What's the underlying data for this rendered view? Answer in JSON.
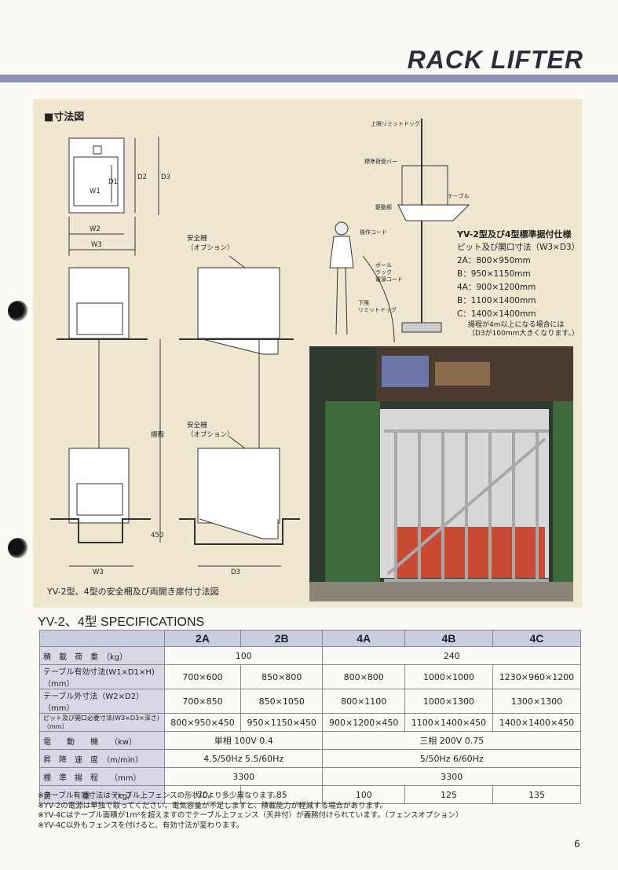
{
  "brand": "RACK LIFTER",
  "section_title": "■寸法図",
  "drawing_labels": {
    "upper_limit_dog": "上限リミットドッグ",
    "load_bar": "標準荷受バー",
    "table": "テーブル",
    "drive": "駆動部",
    "op_cord": "操作コード",
    "pole": "ポール",
    "rack": "ラック",
    "power_cord": "電源コード",
    "lower_limit_dog_1": "下限",
    "lower_limit_dog_2": "リミットドッグ",
    "safety_fence": "安全柵",
    "option": "（オプション）",
    "stroke": "揚程",
    "depth_450": "450",
    "w1": "W1",
    "w2": "W2",
    "w3": "W3",
    "d1": "D1",
    "d2": "D2",
    "d3": "D3"
  },
  "caption": "YV-2型、4型の安全柵及び両開き扉付寸法図",
  "install_spec": {
    "title": "YV-2型及び4型標準据付仕様",
    "subtitle": "ピット及び開口寸法（W3×D3）",
    "rows": [
      {
        "k": "2A：",
        "v": "800×950mm"
      },
      {
        "k": "B：",
        "v": "950×1150mm"
      },
      {
        "k": "4A：",
        "v": "900×1200mm"
      },
      {
        "k": "B：",
        "v": "1100×1400mm"
      },
      {
        "k": "C：",
        "v": "1400×1400mm"
      }
    ],
    "note_1": "揚程が4m以上になる場合には",
    "note_2": "（D3が100mm大きくなります。）"
  },
  "spec_title": "YV-2、4型 SPECIFICATIONS",
  "table": {
    "headers": [
      "2A",
      "2B",
      "4A",
      "4B",
      "4C"
    ],
    "rows": [
      {
        "label": "積　載　荷　重　（kg）",
        "cells": [
          {
            "v": "100",
            "span": 2
          },
          {
            "v": "240",
            "span": 3
          }
        ]
      },
      {
        "label": "テーブル有効寸法(W1×D1×H)（mm）",
        "cells": [
          {
            "v": "700×600",
            "span": 1
          },
          {
            "v": "850×800",
            "span": 1
          },
          {
            "v": "800×800",
            "span": 1
          },
          {
            "v": "1000×1000",
            "span": 1
          },
          {
            "v": "1230×960×1200",
            "span": 1
          }
        ]
      },
      {
        "label": "テーブル外寸法（W2×D2）（mm）",
        "cells": [
          {
            "v": "700×850",
            "span": 1
          },
          {
            "v": "850×1050",
            "span": 1
          },
          {
            "v": "800×1100",
            "span": 1
          },
          {
            "v": "1000×1300",
            "span": 1
          },
          {
            "v": "1300×1300",
            "span": 1
          }
        ]
      },
      {
        "label": "ピット及び開口必要寸法(W3×D3×深さ)（mm）",
        "cells": [
          {
            "v": "800×950×450",
            "span": 1
          },
          {
            "v": "950×1150×450",
            "span": 1
          },
          {
            "v": "900×1200×450",
            "span": 1
          },
          {
            "v": "1100×1400×450",
            "span": 1
          },
          {
            "v": "1400×1400×450",
            "span": 1
          }
        ]
      },
      {
        "label": "電　　動　　機　　（kw）",
        "cells": [
          {
            "v": "単相 100V 0.4",
            "span": 2
          },
          {
            "v": "三相 200V 0.75",
            "span": 3
          }
        ]
      },
      {
        "label": "昇　降　速　度　（m/min）",
        "cells": [
          {
            "v": "4.5/50Hz 5.5/60Hz",
            "span": 2
          },
          {
            "v": "5/50Hz 6/60Hz",
            "span": 3
          }
        ]
      },
      {
        "label": "標　準　揚　程　　（mm）",
        "cells": [
          {
            "v": "3300",
            "span": 2
          },
          {
            "v": "3300",
            "span": 3
          }
        ]
      },
      {
        "label": "自　　　　重　　　（kg）",
        "cells": [
          {
            "v": "70",
            "span": 1
          },
          {
            "v": "85",
            "span": 1
          },
          {
            "v": "100",
            "span": 1
          },
          {
            "v": "125",
            "span": 1
          },
          {
            "v": "135",
            "span": 1
          }
        ]
      }
    ]
  },
  "notes": [
    "※テーブル有効寸法はテーブル上フェンスの形状により多少異なります。",
    "※YV-2の電源は単独で取ってください。電気容量が不足しますと、積載能力が軽減する場合があります。",
    "※YV-4Cはテーブル面積が1m²を超えますのでテーブル上フェンス（天井付）が義務付けられています。（フェンスオプション）",
    "※YV-4C以外もフェンスを付けると、有効寸法が変わります。"
  ],
  "page_number": "6",
  "colors": {
    "band": "#8d93b8",
    "panel": "#f0e7d0",
    "header_cell": "#c9cde0",
    "label_cell": "#d9d7e6"
  }
}
